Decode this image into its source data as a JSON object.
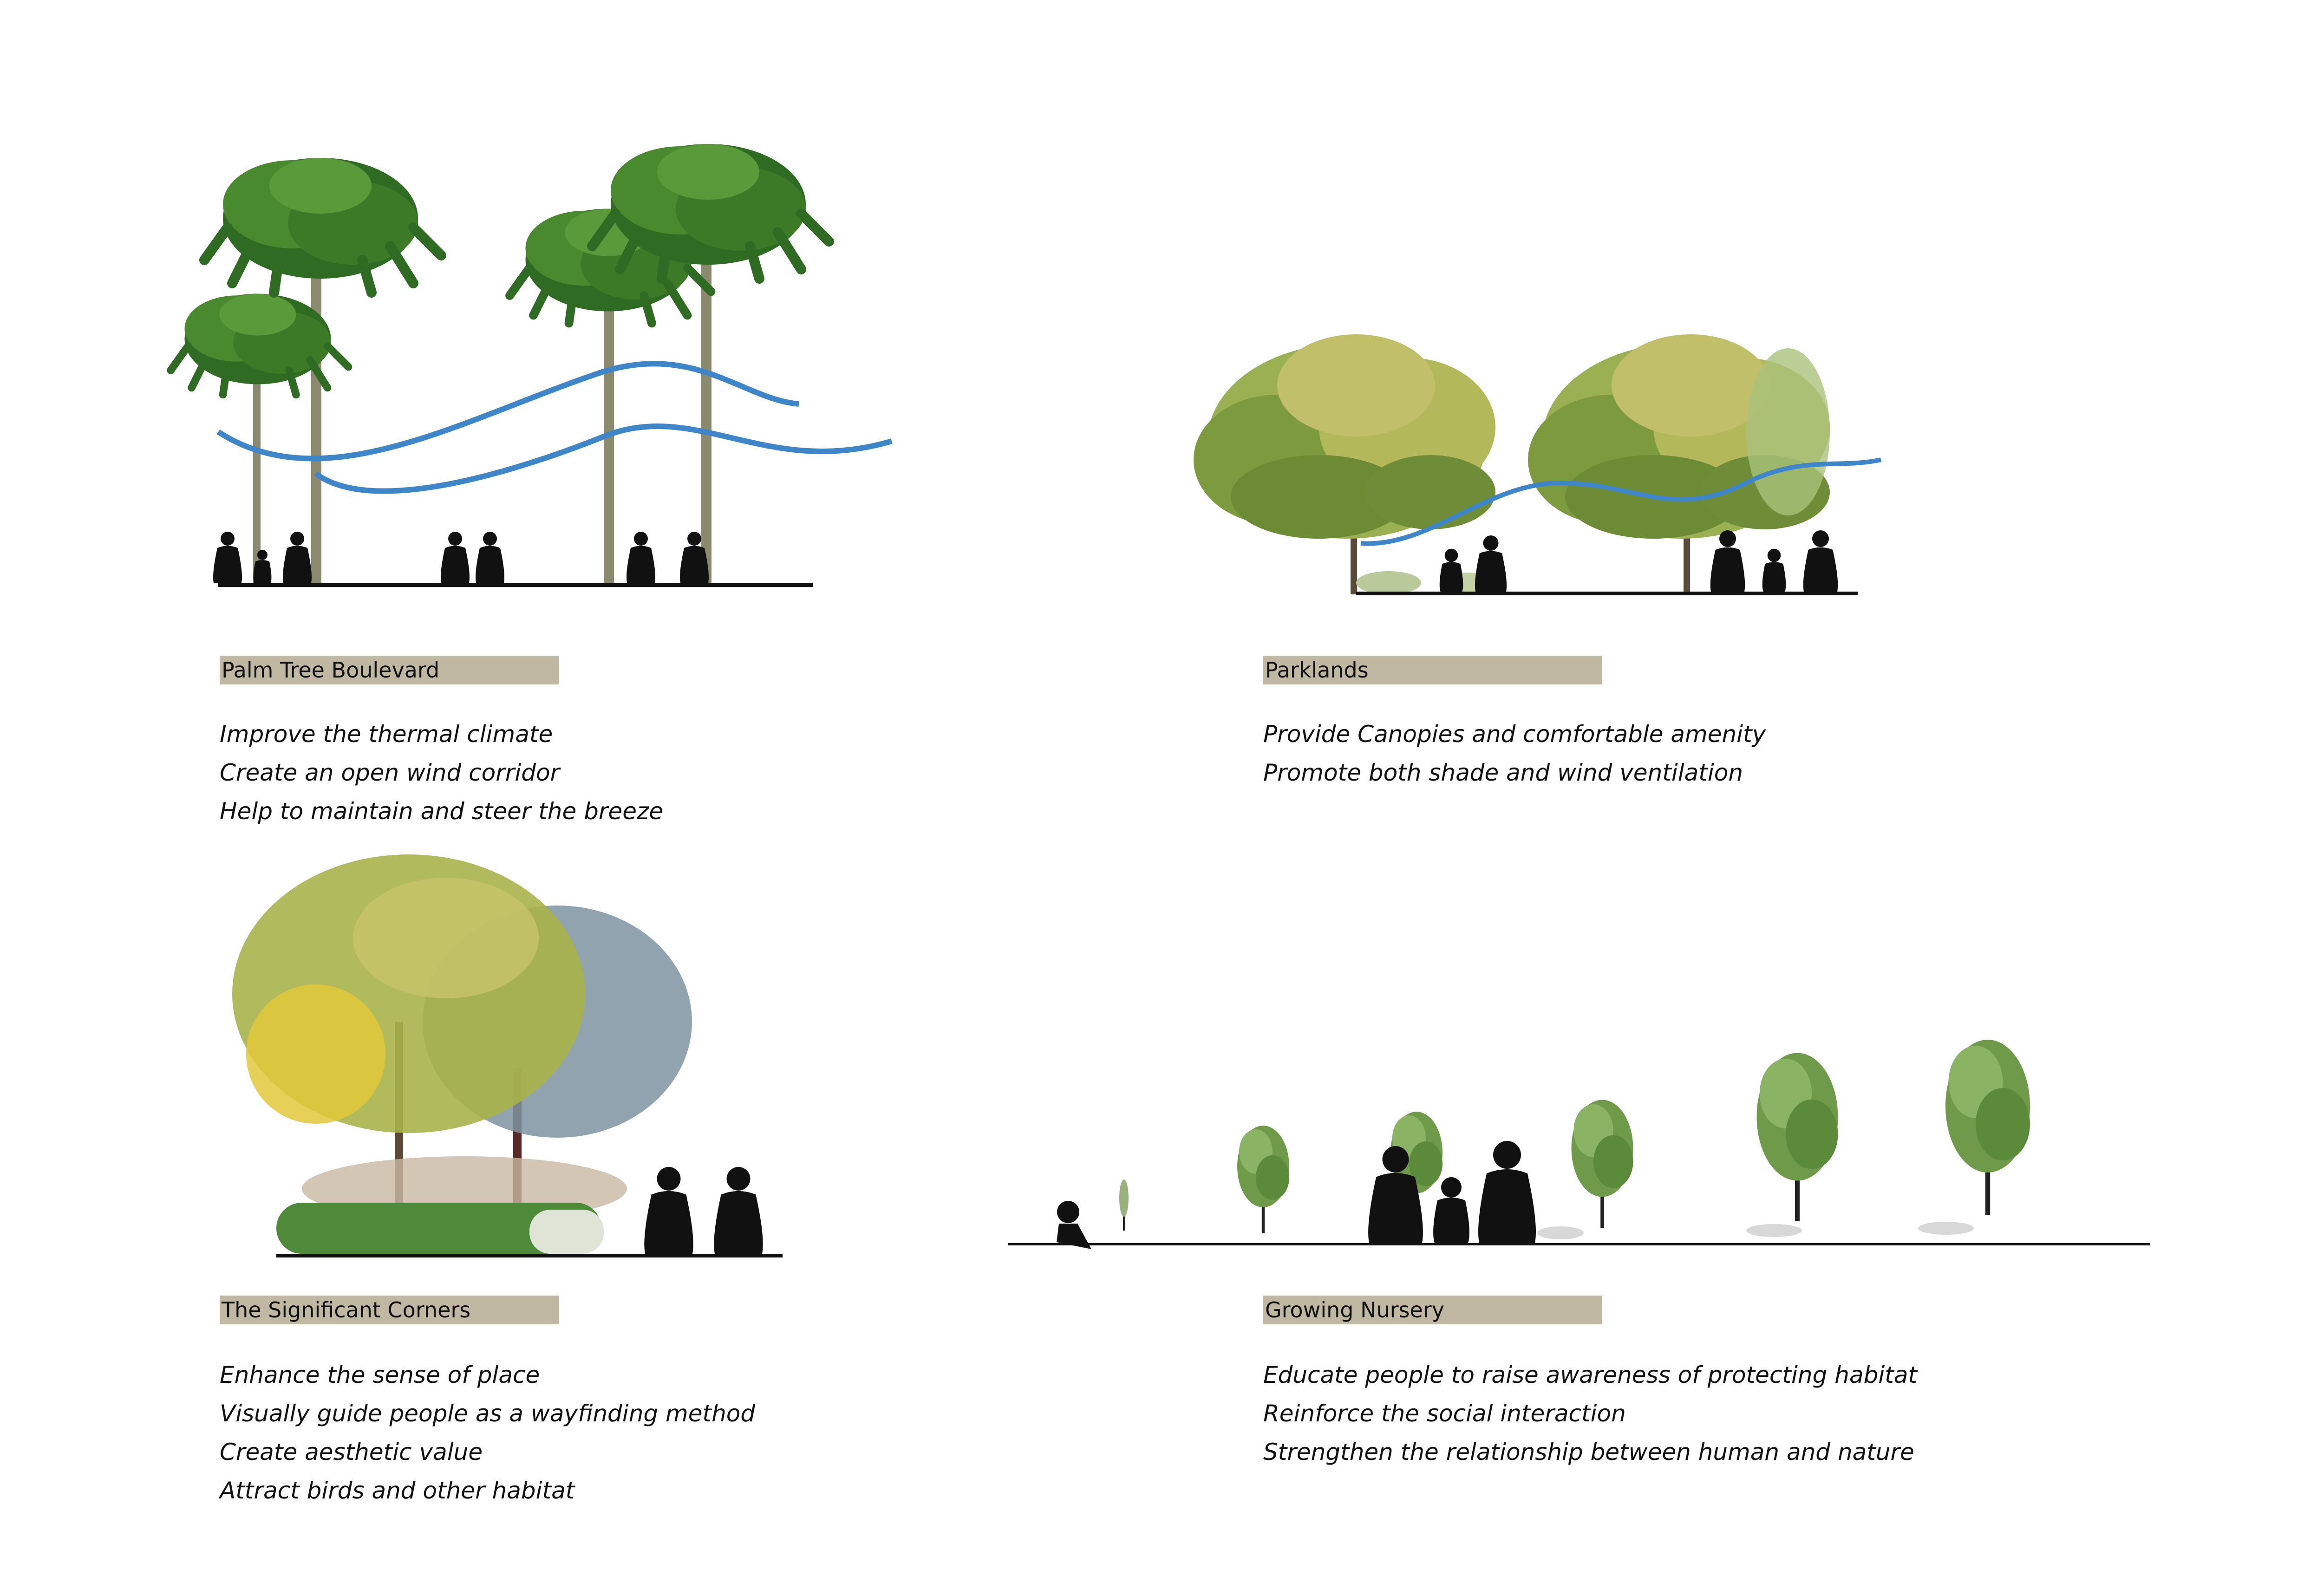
{
  "panels": [
    {
      "id": "palm",
      "title": "Palm Tree Boulevard",
      "points": [
        "Improve the thermal climate",
        "Create an open wind corridor",
        "Help to maintain and steer the breeze"
      ]
    },
    {
      "id": "parklands",
      "title": "Parklands",
      "points": [
        "Provide Canopies and comfortable amenity",
        "Promote both shade and wind ventilation"
      ]
    },
    {
      "id": "corners",
      "title": "The Significant Corners",
      "points": [
        "Enhance the sense of place",
        "Visually guide people as a wayfinding method",
        "Create aesthetic value",
        "Attract birds and other habitat"
      ]
    },
    {
      "id": "nursery",
      "title": "Growing Nursery",
      "points": [
        "Educate people to raise awareness of protecting habitat",
        "Reinforce the social interaction",
        "Strengthen the relationship between human and nature"
      ]
    }
  ],
  "colors": {
    "label_bg": "#c0b8a3",
    "wind_line": "#3f86c8",
    "palm_leaf": "#3f7a2a",
    "canopy": "#8fa84a",
    "silhouette": "#111111"
  },
  "icons": [
    "palm-tree-icon",
    "deciduous-tree-icon",
    "person-silhouette-icon",
    "wind-flow-icon",
    "hedge-icon",
    "sapling-icon"
  ]
}
